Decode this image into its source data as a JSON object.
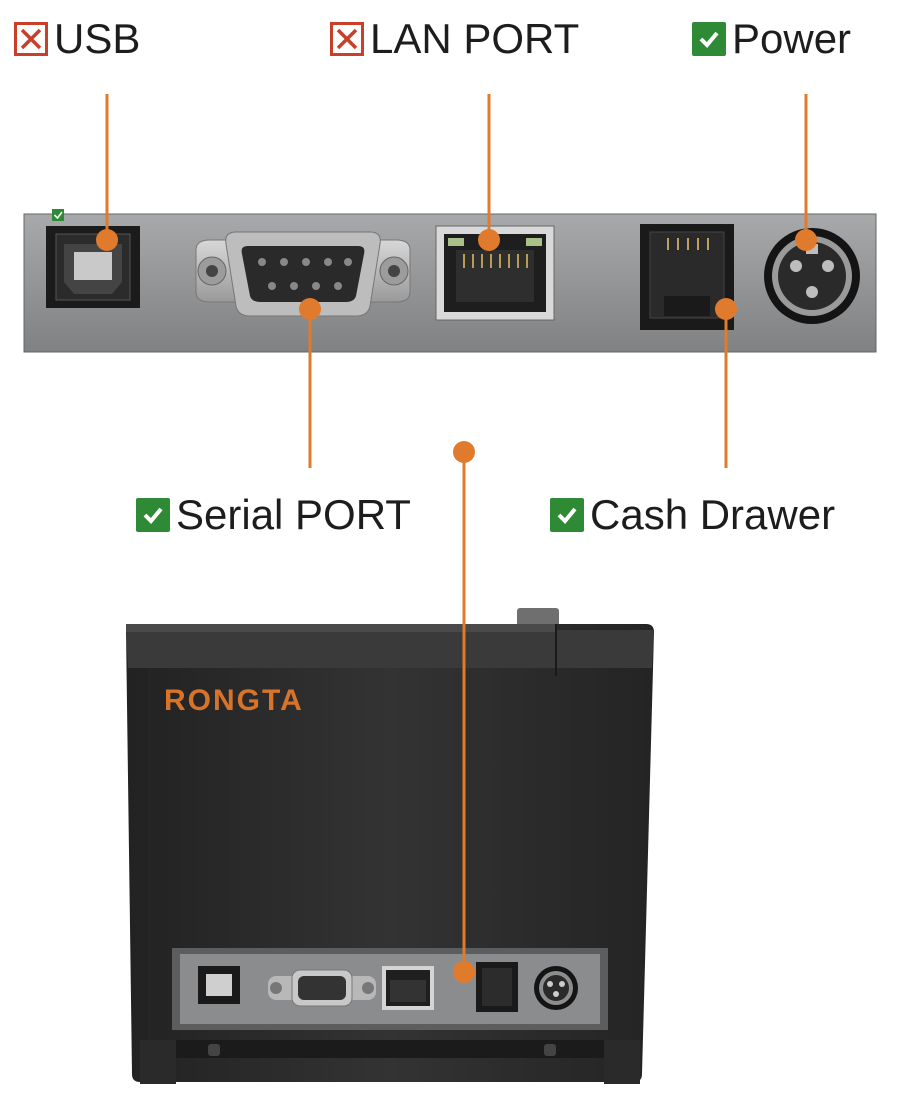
{
  "labels": {
    "usb": {
      "text": "USB",
      "supported": false
    },
    "lan": {
      "text": "LAN PORT",
      "supported": false
    },
    "power": {
      "text": "Power",
      "supported": true
    },
    "serial": {
      "text": "Serial PORT",
      "supported": true
    },
    "cash_drawer": {
      "text": "Cash Drawer",
      "supported": true
    }
  },
  "printer": {
    "brand": "RONGTA"
  },
  "colors": {
    "accent": "#e07b2e",
    "unsupported": "#c9402a",
    "supported": "#2f8a35",
    "brand_text": "#d8742a",
    "printer_body": "#2e2e2e",
    "port_panel": "#8f9193"
  }
}
